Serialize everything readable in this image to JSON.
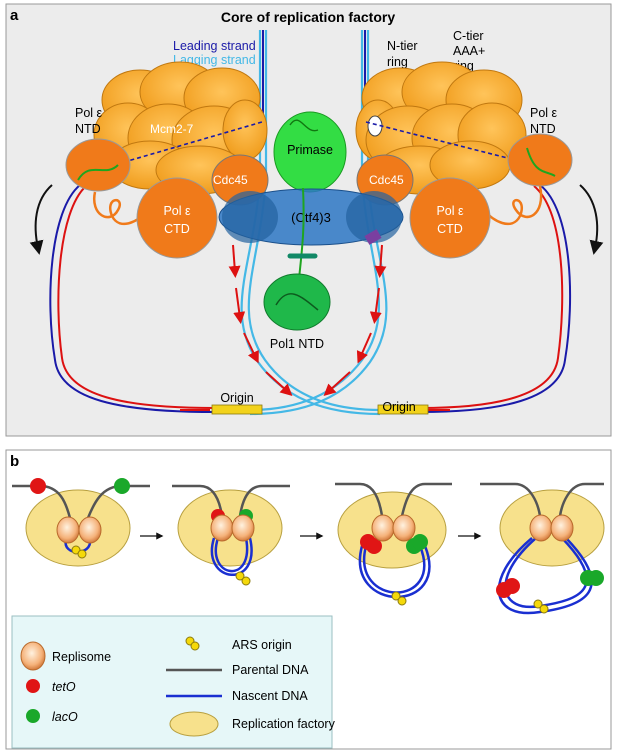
{
  "panel_a": {
    "letter": "a",
    "title": "Core of replication factory",
    "leading_strand": "Leading strand",
    "lagging_strand": "Lagging strand",
    "n_tier": [
      "N-tier",
      "ring"
    ],
    "c_tier": [
      "C-tier",
      "AAA+",
      "ring"
    ],
    "pol_e_ntd": [
      "Pol ε",
      "NTD"
    ],
    "pol_e_ctd": [
      "Pol ε",
      "CTD"
    ],
    "mcm": "Mcm2-7",
    "cdc45": "Cdc45",
    "primase": "Primase",
    "ctf4": "(Ctf4)3",
    "pol1_ntd": "Pol1 NTD",
    "origin": "Origin",
    "colors": {
      "mcm": "#f5a623",
      "pol_e": "#f07a1a",
      "primase": "#33dd44",
      "ctf4": "#2d77c4",
      "leading": "#1a1aa8",
      "lagging": "#44b8e6",
      "nascent_red": "#dd1111",
      "origin": "#f2d21b"
    }
  },
  "panel_b": {
    "letter": "b",
    "colors": {
      "factory": "#f7e18c",
      "parental": "#555555",
      "nascent": "#1a2fd1",
      "teto": "#e01515",
      "laco": "#1aa82a",
      "ars": "#f5d90a"
    },
    "legend": {
      "replisome": "Replisome",
      "teto": "tetO",
      "laco": "lacO",
      "ars": "ARS origin",
      "parental": "Parental DNA",
      "nascent": "Nascent DNA",
      "factory": "Replication factory"
    }
  }
}
